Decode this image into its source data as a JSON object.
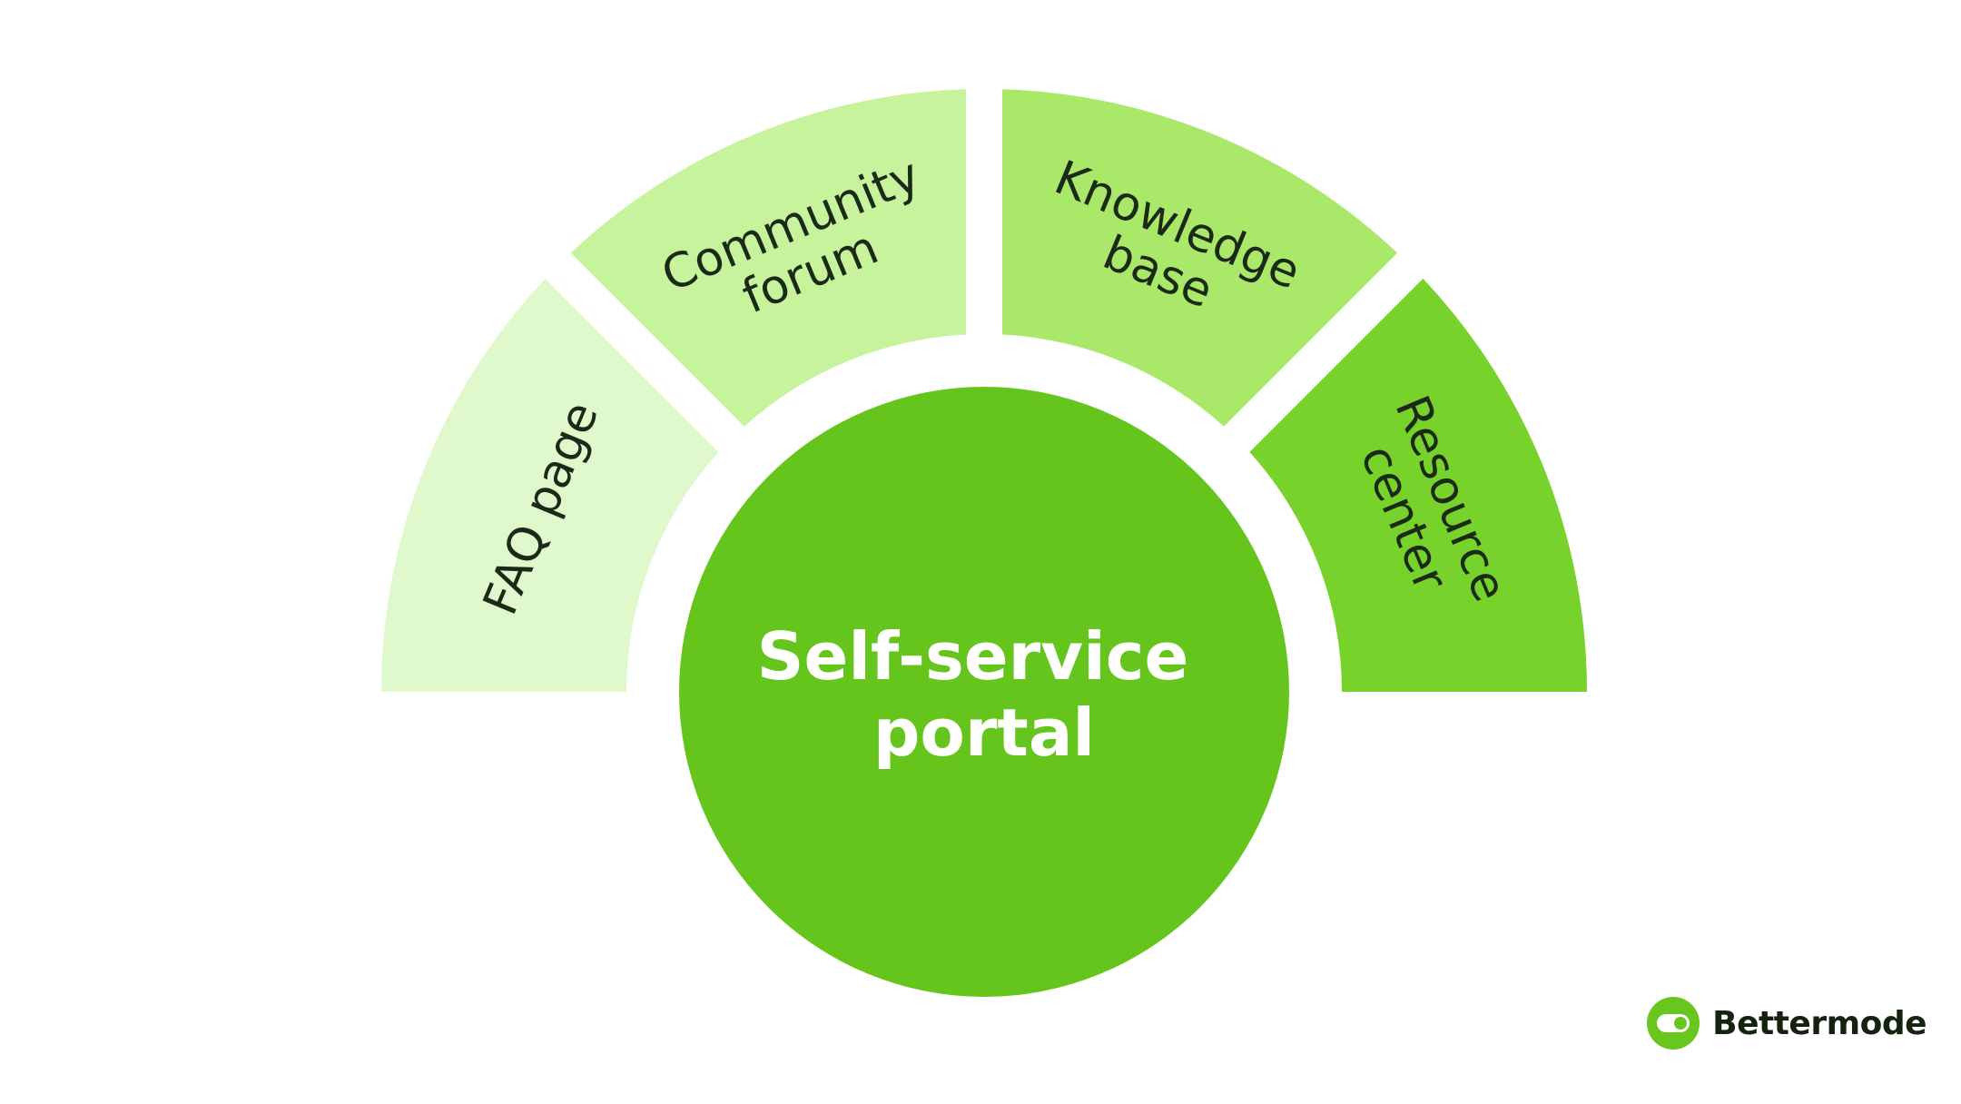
{
  "diagram": {
    "center": {
      "line1": "Self-service",
      "line2": "portal",
      "color": "#66c51c"
    },
    "segments": [
      {
        "lines": [
          "FAQ page"
        ],
        "color": "#e0f9cc"
      },
      {
        "lines": [
          "Community",
          "forum"
        ],
        "color": "#c7f39c"
      },
      {
        "lines": [
          "Knowledge",
          "base"
        ],
        "color": "#a9e869"
      },
      {
        "lines": [
          "Resource",
          "center"
        ],
        "color": "#78d22c"
      }
    ]
  },
  "brand": {
    "name": "Bettermode",
    "color": "#68c61e"
  }
}
